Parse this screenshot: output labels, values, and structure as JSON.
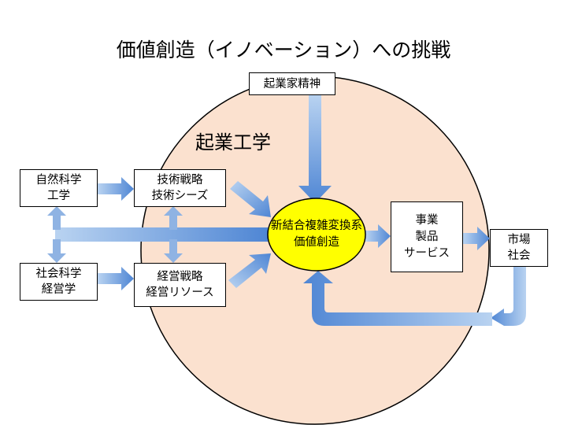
{
  "title": "価値創造（イノベーション）への挑戦",
  "region_label": "起業工学",
  "nodes": {
    "spirit": {
      "label": "起業家精神"
    },
    "natural_science": {
      "lines": [
        "自然科学",
        "工学"
      ]
    },
    "tech": {
      "lines": [
        "技術戦略",
        "技術シーズ"
      ]
    },
    "social_science": {
      "lines": [
        "社会科学",
        "経営学"
      ]
    },
    "mgmt": {
      "lines": [
        "経営戦略",
        "経営リソース"
      ]
    },
    "core": {
      "lines": [
        "新結合",
        "複雑変換系",
        "価値創造"
      ]
    },
    "business": {
      "lines": [
        "事業",
        "製品",
        "サービス"
      ]
    },
    "market": {
      "lines": [
        "市場",
        "社会"
      ]
    }
  },
  "colors": {
    "circle_fill": "#fbe1cf",
    "arrow_light": "#b9d3f1",
    "arrow_dark": "#4f86d4",
    "core_fill": "#ffff00"
  }
}
